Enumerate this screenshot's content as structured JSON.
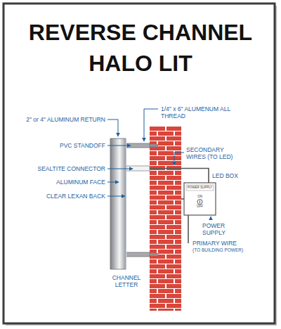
{
  "diagram": {
    "title": "REVERSE CHANNEL HALO LIT",
    "labels": [
      "2\" or 4\" ALUMINUM RETURN",
      "1/4\" x 6\" ALUMENUM ALL THREAD",
      "PVC STANDOFF",
      "SEALTITE CONNECTOR",
      "ALUMINUM FACE",
      "CLEAR LEXAN BACK",
      "SECONDARY WIRES (TO LED)",
      "LED BOX",
      "POWER SUPPLY",
      "ON",
      "OFF",
      "POWER SUPPLY",
      "PRIMARY WIRE",
      "(TO BUILDING POWER)",
      "CHANNEL LETTER"
    ]
  }
}
